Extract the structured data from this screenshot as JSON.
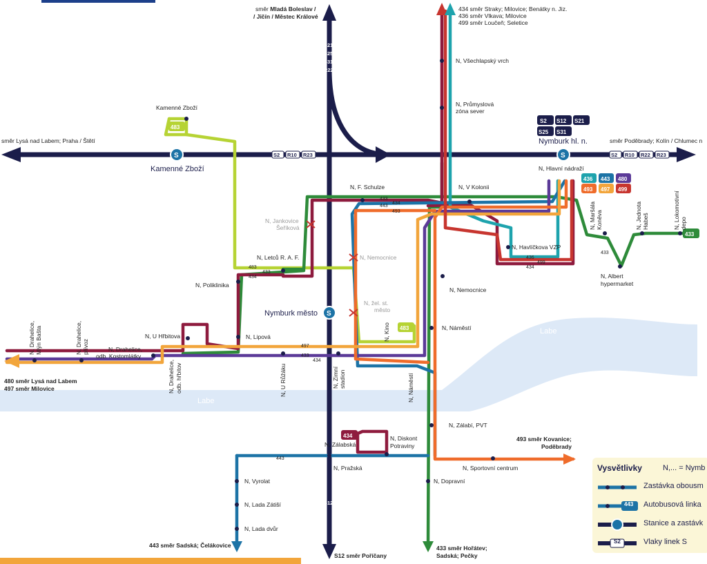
{
  "header": {
    "north_direction": "směr",
    "north_dest_1": "Mladá Boleslav /",
    "north_dest_2": "/ Jičín / Městec Králové",
    "west_rail": "směr Lysá nad Labem; Praha / Štětí",
    "east_rail": "směr Poděbrady; Kolín / Chlumec n"
  },
  "rail_lines": {
    "north": [
      "S21",
      "S25",
      "S31",
      "R22"
    ],
    "west_badges": [
      "S2",
      "R10",
      "R23"
    ],
    "east_badges": [
      "S2",
      "R10",
      "R22",
      "R23"
    ],
    "hl_badges_top": [
      "S2",
      "S12",
      "S21"
    ],
    "hl_badges_bottom": [
      "S25",
      "S31"
    ],
    "south": "S12",
    "south_dest": "S12 směr Poříčany"
  },
  "stations": {
    "kamenne_zbozi": "Kamenné Zboží",
    "nymburk_hl": "Nymburk hl. n.",
    "nymburk_mesto": "Nymburk město"
  },
  "stops": {
    "kamenne_zbozi_stop": "Kamenné Zboží",
    "vsechlapsky": "N, Všechlapský vrch",
    "prumyslova_1": "N, Průmyslová",
    "prumyslova_2": "zóna sever",
    "hlavni_nadrazi": "N, Hlavní nádraží",
    "f_schulze": "N, F. Schulze",
    "v_kolonii": "N, V Kolonii",
    "jankovice_1": "N, Jankovice",
    "jankovice_2": "Šeříková",
    "nemocnice_closed": "N, Nemocnice",
    "havlickova": "N, Havlíčkova VZP",
    "marsala_1": "N, Maršála",
    "marsala_2": "Koněva",
    "jednota_1": "N, Jednota",
    "jednota_2": "Habeš",
    "lokomotivni_1": "N, Lokomotivní",
    "lokomotivni_2": "depo",
    "albert_1": "N, Albert",
    "albert_2": "hypermarket",
    "letcu": "N, Letců R. A. F.",
    "poliklinika": "N, Poliklinika",
    "nemocnice": "N, Nemocnice",
    "zel_st_1": "N, žel. st.",
    "zel_st_2": "město",
    "kino": "N, Kino",
    "namesti": "N, Náměstí",
    "namesti_v": "N, Náměstí",
    "u_hrbitova": "N, U Hřbitova",
    "lipova": "N, Lipová",
    "drahelice_kost_1": "N, Drahelice,",
    "drahelice_kost_2": "odb. Kostomlátky",
    "drahelice_mlyn_1": "N, Drahelice,",
    "drahelice_mlyn_2": "Mlýn Bašta",
    "drahelice_privoz_1": "N, Drahelice,",
    "drahelice_privoz_2": "přívoz",
    "drahelice_hrbitov_1": "N, Drahelice,",
    "drahelice_hrbitov_2": "odb. hřbitov",
    "u_ruzaku": "N, U Růžáku",
    "zimni_1": "N, Zimní",
    "zimni_2": "stadion",
    "zalabi": "N, Zálabí, PVT",
    "diskont_1": "N, Diskont",
    "diskont_2": "Potraviny",
    "zalabska": "N, Zálabská",
    "prazska": "N, Pražská",
    "sportovni": "N, Sportovní centrum",
    "dopravni": "N, Dopravní",
    "vyrolat": "N, Vyrolat",
    "lada_zatisi": "N, Lada Zátiší",
    "lada_dvur": "N, Lada dvůr"
  },
  "destinations": {
    "ne_1": "434 směr Straky; Milovice; Benátky n. Jiz.",
    "ne_2": "436 směr Vlkava; Milovice",
    "ne_3": "499 směr Loučeň; Seletice",
    "w_1": "480 směr Lysá nad Labem",
    "w_2": "497 směr Milovice",
    "e_493_1": "493 směr Kovanice;",
    "e_493_2": "Poděbrady",
    "s_443": "443 směr Sadská; Čelákovice",
    "s_433_1": "433 směr Hořátev;",
    "s_433_2": "Sadská; Pečky"
  },
  "line_badges": {
    "l483": "483",
    "l433": "433",
    "l434": "434",
    "l436": "436",
    "l443": "443",
    "l480": "480",
    "l493": "493",
    "l497": "497",
    "l499": "499"
  },
  "river": "Labe",
  "legend": {
    "title": "Vysvětlivky",
    "subtitle": "N,... = Nymb",
    "row_stop": "Zastávka obousm",
    "row_bus": "Autobusová linka",
    "row_station": "Stanice a zastávk",
    "row_train": "Vlaky linek S",
    "bus_badge": "443",
    "train_badge": "S2"
  },
  "colors": {
    "rail": "#1b1d4a",
    "l433": "#2e8b3a",
    "l434": "#8e1b3e",
    "l436": "#1ea3ad",
    "l443": "#1c73a6",
    "l480": "#5b3a98",
    "l483": "#b6d334",
    "l493": "#ef6c2b",
    "l497": "#f2a53b",
    "l499": "#c7352f",
    "river": "#dde9f7",
    "legend_bg": "#fbf6d7"
  }
}
